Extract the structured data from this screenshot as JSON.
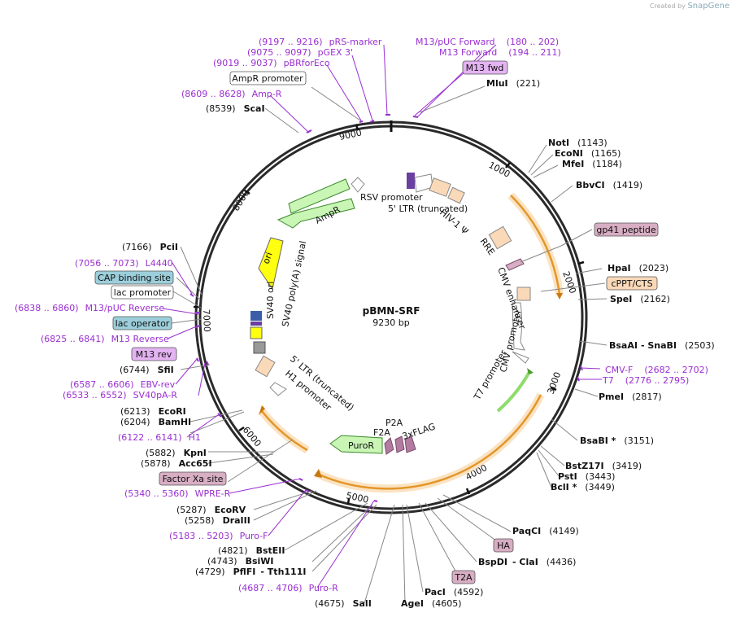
{
  "watermark": {
    "prefix": "Created by",
    "brand": "SnapGene"
  },
  "plasmid": {
    "name": "pBMN-SRF",
    "length_label": "9230 bp",
    "length": 9230
  },
  "ticks": [
    "1000",
    "2000",
    "3000",
    "4000",
    "5000",
    "6000",
    "7000",
    "8000",
    "9000"
  ],
  "colors": {
    "purple": "#9a2fd0",
    "orange": "#f0a030",
    "green": "#7fd060",
    "peach": "#fad9b8",
    "pink": "#d8aec4",
    "lavender": "#e4b3f2",
    "teal": "#9ccfdb",
    "yellow": "#ffff00",
    "gray": "#999999"
  },
  "feature_labels": {
    "rsv": "RSV promoter",
    "ltr5": "5' LTR (truncated)",
    "hiv": "HIV-1 Ψ",
    "rre": "RRE",
    "cmv_enh": "CMV enhancer",
    "cmv_prom": "CMV promoter",
    "t7": "T7 promoter",
    "ampr": "AmpR",
    "ori": "ori",
    "sv40pa": "SV40 poly(A) signal",
    "sv40ori": "SV40 ori",
    "ltr5b": "5' LTR (truncated)",
    "h1": "H1 promoter",
    "puror": "PuroR",
    "p2a": "P2A",
    "f2a": "F2A",
    "flag": "3xFLAG"
  },
  "sites": [
    {
      "name": "MluI",
      "pos": "(221)"
    },
    {
      "name": "NotI",
      "pos": "(1143)"
    },
    {
      "name": "EcoNI",
      "pos": "(1165)"
    },
    {
      "name": "MfeI",
      "pos": "(1184)"
    },
    {
      "name": "BbvCI",
      "pos": "(1419)"
    },
    {
      "name": "HpaI",
      "pos": "(2023)"
    },
    {
      "name": "SpeI",
      "pos": "(2162)"
    },
    {
      "name": "BsaAI",
      "name2": "- SnaBI",
      "pos": "(2503)"
    },
    {
      "name": "PmeI",
      "pos": "(2817)"
    },
    {
      "name": "BsaBI *",
      "pos": "(3151)"
    },
    {
      "name": "BstZ17I",
      "pos": "(3419)"
    },
    {
      "name": "PstI",
      "pos": "(3443)"
    },
    {
      "name": "BclI *",
      "pos": "(3449)"
    },
    {
      "name": "PaqCI",
      "pos": "(4149)"
    },
    {
      "name": "BspDI",
      "name2": "- ClaI",
      "pos": "(4436)"
    },
    {
      "name": "PacI",
      "pos": "(4592)"
    },
    {
      "name": "AgeI",
      "pos": "(4605)"
    },
    {
      "name": "SalI",
      "pos": "(4675)"
    },
    {
      "name": "PflFI",
      "name2": "- Tth111I",
      "pos": "(4729)"
    },
    {
      "name": "BsiWI",
      "pos": "(4743)"
    },
    {
      "name": "BstEII",
      "pos": "(4821)"
    },
    {
      "name": "DraIII",
      "pos": "(5258)"
    },
    {
      "name": "EcoRV",
      "pos": "(5287)"
    },
    {
      "name": "Acc65I",
      "pos": "(5878)"
    },
    {
      "name": "KpnI",
      "pos": "(5882)"
    },
    {
      "name": "BamHI",
      "pos": "(6204)"
    },
    {
      "name": "EcoRI",
      "pos": "(6213)"
    },
    {
      "name": "SfiI",
      "pos": "(6744)"
    },
    {
      "name": "PciI",
      "pos": "(7166)"
    },
    {
      "name": "ScaI",
      "pos": "(8539)"
    }
  ],
  "primers": [
    {
      "name": "pRS-marker",
      "range": "(9197 .. 9216)"
    },
    {
      "name": "pGEX 3'",
      "range": "(9075 .. 9097)"
    },
    {
      "name": "pBRforEco",
      "range": "(9019 .. 9037)"
    },
    {
      "name": "Amp-R",
      "range": "(8609 .. 8628)"
    },
    {
      "name": "M13/pUC Forward",
      "range": "(180 .. 202)"
    },
    {
      "name": "M13 Forward",
      "range": "(194 .. 211)"
    },
    {
      "name": "CMV-F",
      "range": "(2682 .. 2702)"
    },
    {
      "name": "T7",
      "range": "(2776 .. 2795)"
    },
    {
      "name": "L4440",
      "range": "(7056 .. 7073)"
    },
    {
      "name": "M13/pUC Reverse",
      "range": "(6838 .. 6860)"
    },
    {
      "name": "M13 Reverse",
      "range": "(6825 .. 6841)"
    },
    {
      "name": "EBV-rev",
      "range": "(6587 .. 6606)"
    },
    {
      "name": "SV40pA-R",
      "range": "(6533 .. 6552)"
    },
    {
      "name": "H1",
      "range": "(6122 .. 6141)"
    },
    {
      "name": "WPRE-R",
      "range": "(5340 .. 5360)"
    },
    {
      "name": "Puro-F",
      "range": "(5183 .. 5203)"
    },
    {
      "name": "Puro-R",
      "range": "(4687 .. 4706)"
    }
  ],
  "boxed": [
    {
      "name": "M13 fwd"
    },
    {
      "name": "gp41 peptide"
    },
    {
      "name": "cPPT/CTS"
    },
    {
      "name": "AmpR promoter"
    },
    {
      "name": "CAP binding site"
    },
    {
      "name": "lac promoter"
    },
    {
      "name": "lac operator"
    },
    {
      "name": "M13 rev"
    },
    {
      "name": "Factor Xa site"
    },
    {
      "name": "HA"
    },
    {
      "name": "T2A"
    }
  ]
}
